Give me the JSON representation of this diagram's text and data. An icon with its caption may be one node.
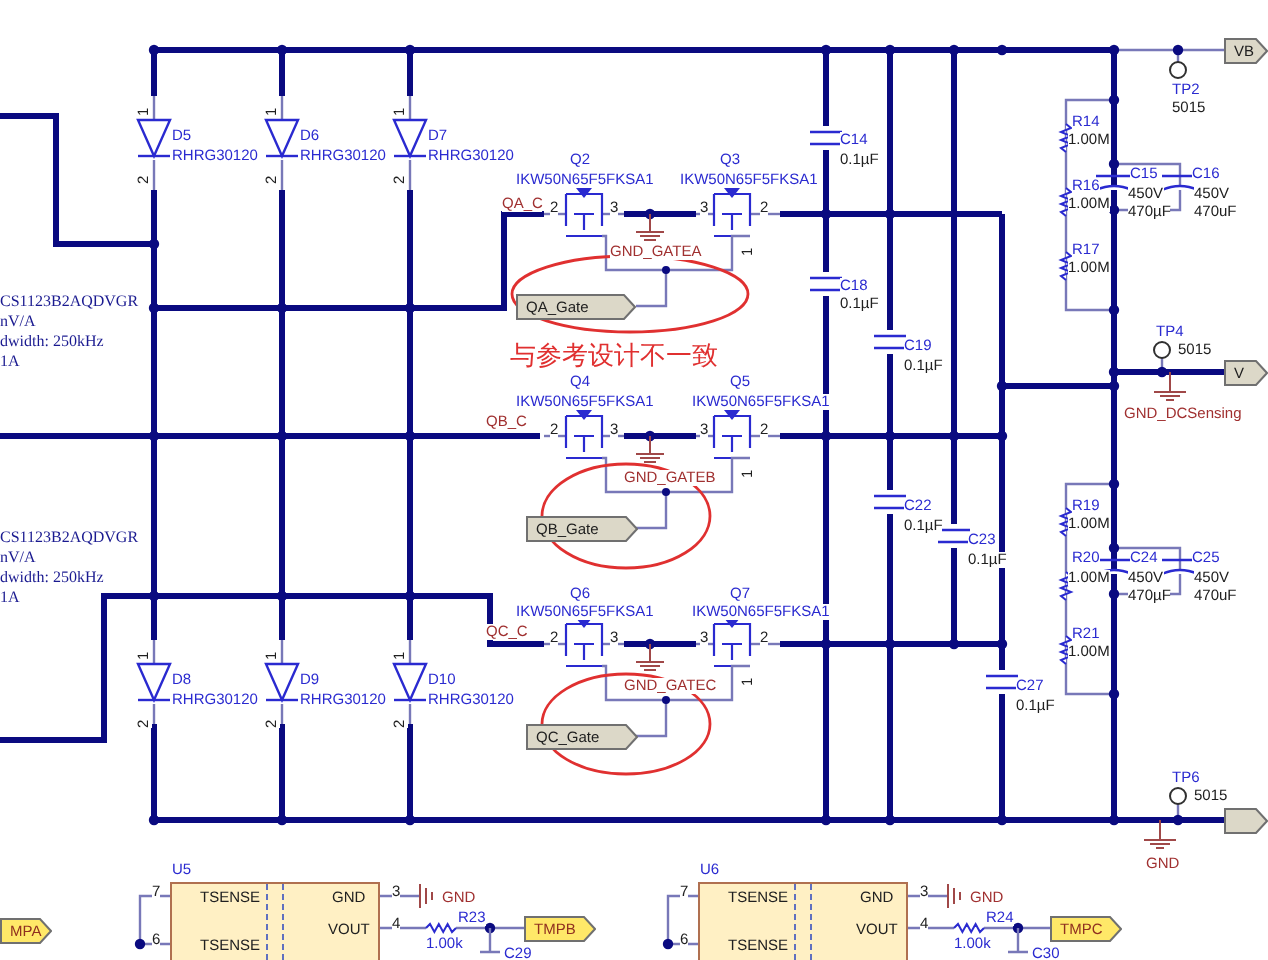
{
  "diagram": {
    "nodes": [
      {
        "text": [],
        "shape": "circle",
        "beside": [
          "与参考设计不一致"
        ]
      },
      {
        "text": [
          "QA_Gate"
        ],
        "in": 0
      },
      {
        "text": [],
        "shape": "circle"
      },
      {
        "text": [
          "QB_Gate"
        ],
        "in": 2
      },
      {
        "text": [],
        "shape": "circle"
      },
      {
        "text": [
          "QC_Gate"
        ],
        "in": 4
      },
      {
        "text": [
          "VB"
        ]
      },
      {
        "text": [
          "V"
        ]
      },
      {
        "text": [],
        "shape": "box"
      },
      {
        "text": [
          "MPA"
        ]
      },
      {
        "text": [
          "U5",
          "TSENSE",
          "TSENSE",
          "GND",
          "VOUT"
        ]
      },
      {
        "text": [
          "TMPB"
        ]
      },
      {
        "text": [
          "U6",
          "TSENSE",
          "TSENSE",
          "GND",
          "VOUT"
        ]
      },
      {
        "text": [
          "TMPC"
        ]
      }
    ],
    "labels": [
      "D5",
      "RHRG30120",
      "D6",
      "RHRG30120",
      "D7",
      "RHRG30120",
      "1",
      "2",
      "1",
      "2",
      "1",
      "2",
      "Q2",
      "IKW50N65F5FKSA1",
      "Q3",
      "IKW50N65F5FKSA1",
      "QA_C",
      "2",
      "3",
      "3",
      "2",
      "1",
      "GND_GATEA",
      "C14",
      "0.1µF",
      "TP2",
      "5015",
      "R14",
      "1.00M",
      "C15",
      "450V",
      "470µF",
      "C16",
      "450V",
      "470uF",
      "R16",
      "1.00M",
      "R17",
      "1.00M",
      "C18",
      "CS1123B2AQDVGR",
      "0.1µF",
      "nV/A",
      "dwidth: 250kHz",
      "1A",
      "C19",
      "0.1µF",
      "TP4",
      "5015",
      "Q4",
      "IKW50N65F5FKSA1",
      "Q5",
      "IKW50N65F5FKSA1",
      "QB_C",
      "2",
      "3",
      "3",
      "2",
      "1",
      "GND_DCSensing",
      "GND_GATEB",
      "C22",
      "0.1µF",
      "CS1123B2AQDVGR",
      "nV/A",
      "dwidth: 250kHz",
      "1A",
      "C23",
      "0.1µF",
      "R19",
      "1.00M",
      "R20",
      "C24",
      "C25",
      "1.00M",
      "450V",
      "450V",
      "Q6",
      "Q7",
      "470µF",
      "470uF",
      "IKW50N65F5FKSA1",
      "IKW50N65F5FKSA1",
      "QC_C",
      "2",
      "3",
      "3",
      "2",
      "1",
      "R21",
      "1.00M",
      "GND_GATEC",
      "D8",
      "RHRG30120",
      "D9",
      "RHRG30120",
      "D10",
      "RHRG30120",
      "1",
      "2",
      "1",
      "2",
      "1",
      "2",
      "C27",
      "0.1µF",
      "TP6",
      "5015",
      "GND",
      "7",
      "6",
      "3",
      "4",
      "GND",
      "R23",
      "1.00k",
      "C29",
      "7",
      "6",
      "3",
      "4",
      "GND",
      "R24",
      "1.00k",
      "C30"
    ]
  }
}
